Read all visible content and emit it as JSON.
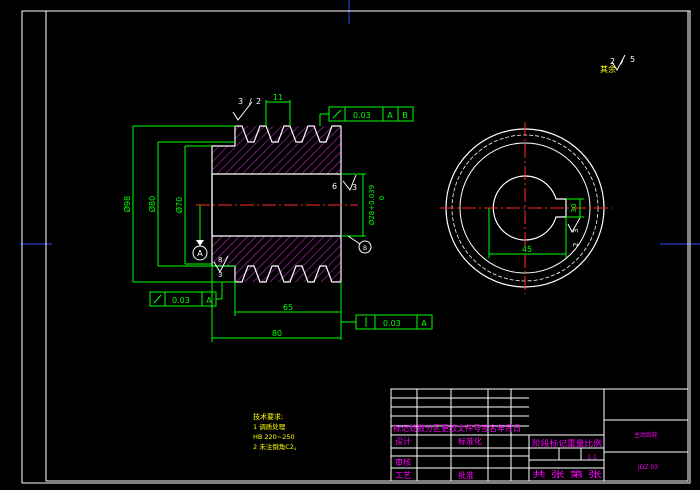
{
  "colors": {
    "background": "#000000",
    "outline": "#ffffff",
    "dimension": "#00ff00",
    "centerline": "#ff2a2a",
    "hatch": "#c026c0",
    "label_text": "#ff00ff",
    "title_text": "#ffff00",
    "frame": "#ffffff",
    "axes": "#3a48ff"
  },
  "roughness": {
    "top_a": "3",
    "top_b": "2",
    "side_a": "6",
    "side_b": "3",
    "bottom_a": "8",
    "bottom_b": "3",
    "key_a": "3",
    "key_b": "2"
  },
  "corner_roughness": {
    "num": "2",
    "den": "5",
    "label": "其余"
  },
  "dims": {
    "tooth_width": "11",
    "d_outer": "Ø98",
    "d_root": "Ø80",
    "d_hub": "Ø70",
    "bore": "Ø28+0.039",
    "bore_zero": "0",
    "len_65": "65",
    "len_80": "80",
    "key_depth": "30",
    "key_width": "45",
    "datum_a": "A"
  },
  "tolerances": {
    "top": {
      "value": "0.03",
      "ref1": "A",
      "ref2": "B"
    },
    "left": {
      "value": "0.03",
      "ref": "A"
    },
    "bottom": {
      "value": "0.03",
      "ref": "A"
    }
  },
  "datum_b": "B",
  "tech_notes": {
    "title": "技术要求:",
    "line1": "1   调质处理",
    "line2": "HB 220~250",
    "line3": "2   未注倒角C2。"
  },
  "title_block": {
    "top_right": "主动齿轮",
    "row1": "标记处数分区更改文件号签名年月日",
    "row2_left": "设计",
    "row2_mid": "标准化",
    "row2_right": "阶段标记重量比例",
    "scale": "1:1",
    "row_shen": "审核",
    "row_gong": "工艺",
    "row_pizhun": "批准",
    "sheets": "共   张   第   张",
    "code": "JDZ  03"
  }
}
